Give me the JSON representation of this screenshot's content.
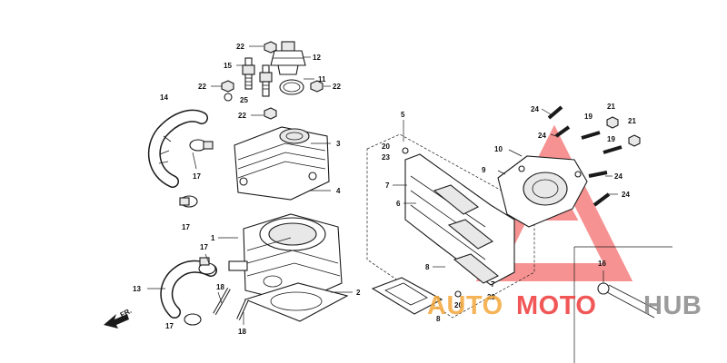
{
  "callouts": [
    {
      "id": "c22a",
      "text": "22"
    },
    {
      "id": "c12",
      "text": "12"
    },
    {
      "id": "c15",
      "text": "15"
    },
    {
      "id": "c11",
      "text": "11"
    },
    {
      "id": "c22b",
      "text": "22"
    },
    {
      "id": "c22c",
      "text": "22"
    },
    {
      "id": "c25",
      "text": "25"
    },
    {
      "id": "c22d",
      "text": "22"
    },
    {
      "id": "c14",
      "text": "14"
    },
    {
      "id": "c3",
      "text": "3"
    },
    {
      "id": "c17a",
      "text": "17"
    },
    {
      "id": "c4",
      "text": "4"
    },
    {
      "id": "c17b",
      "text": "17"
    },
    {
      "id": "c1",
      "text": "1"
    },
    {
      "id": "c17c",
      "text": "17"
    },
    {
      "id": "c13",
      "text": "13"
    },
    {
      "id": "c18a",
      "text": "18"
    },
    {
      "id": "c18b",
      "text": "18"
    },
    {
      "id": "c17d",
      "text": "17"
    },
    {
      "id": "c2",
      "text": "2"
    },
    {
      "id": "c5",
      "text": "5"
    },
    {
      "id": "c20a",
      "text": "20"
    },
    {
      "id": "c23a",
      "text": "23"
    },
    {
      "id": "c7a",
      "text": "7"
    },
    {
      "id": "c6",
      "text": "6"
    },
    {
      "id": "c8a",
      "text": "8"
    },
    {
      "id": "c7b",
      "text": "7"
    },
    {
      "id": "c23b",
      "text": "23"
    },
    {
      "id": "c20b",
      "text": "20"
    },
    {
      "id": "c8b",
      "text": "8"
    },
    {
      "id": "c24a",
      "text": "24"
    },
    {
      "id": "c19a",
      "text": "19"
    },
    {
      "id": "c21a",
      "text": "21"
    },
    {
      "id": "c21b",
      "text": "21"
    },
    {
      "id": "c24b",
      "text": "24"
    },
    {
      "id": "c19b",
      "text": "19"
    },
    {
      "id": "c10",
      "text": "10"
    },
    {
      "id": "c9",
      "text": "9"
    },
    {
      "id": "c24c",
      "text": "24"
    },
    {
      "id": "c24d",
      "text": "24"
    },
    {
      "id": "c16",
      "text": "16"
    }
  ],
  "fr_label": "FR.",
  "watermark": {
    "word_1": "AUTO",
    "word_2": "MOTO",
    "word_3": "HUB",
    "colors": {
      "auto": "#f4a83a",
      "moto": "#ef3a3a",
      "hub": "#8a8a8a",
      "triangle": "#ef3a3a"
    }
  }
}
